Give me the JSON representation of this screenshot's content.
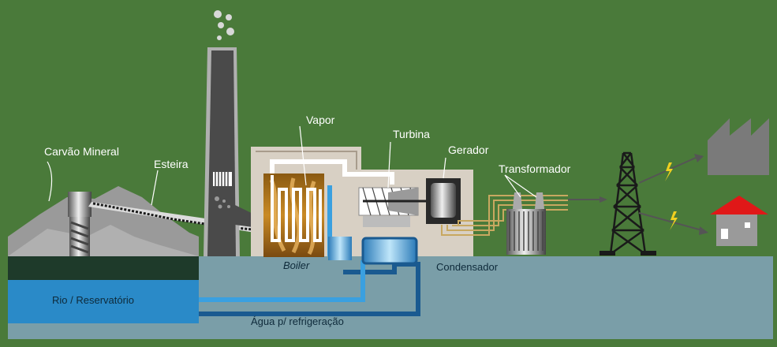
{
  "labels": {
    "coal": "Carvão Mineral",
    "conveyor": "Esteira",
    "steam": "Vapor",
    "turbine": "Turbina",
    "generator": "Gerador",
    "transformer": "Transformador",
    "boiler": "Boiler",
    "condenser": "Condensador",
    "reservoir": "Rio / Reservatório",
    "cooling_water": "Água p/ refrigeração"
  },
  "colors": {
    "background": "#4a7a3a",
    "ground": "#7a9ea8",
    "water": "#2a8ac8",
    "pipe_dark": "#1a5a90",
    "pipe_light": "#3aa0e0",
    "building": "#d8d0c4",
    "chimney": "#555555",
    "copper": "#c8a860",
    "house_roof": "#e01818"
  },
  "icons": [
    "lightning-icon",
    "factory-icon",
    "house-icon",
    "smoke-icon"
  ]
}
